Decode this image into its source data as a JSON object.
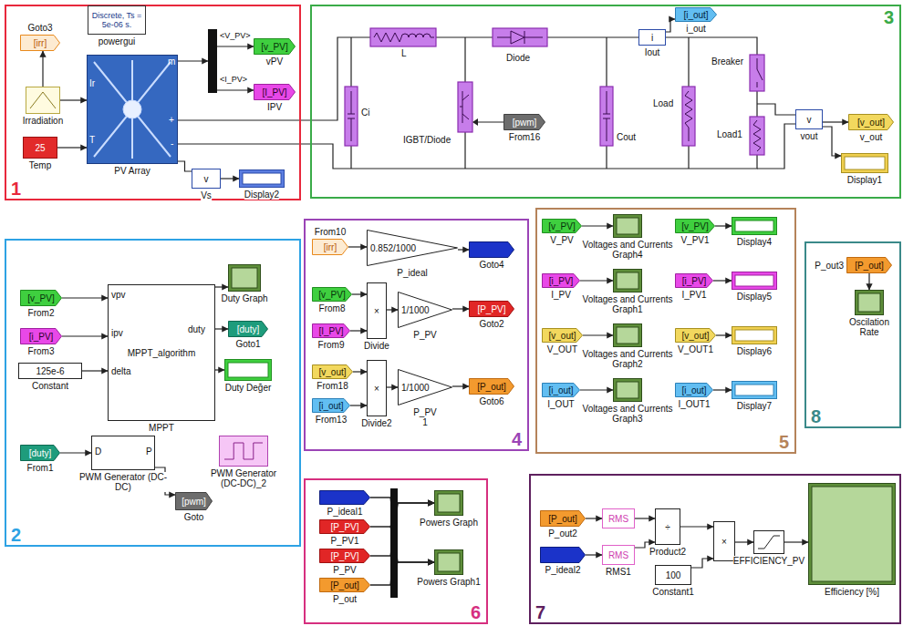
{
  "diagram": {
    "nodes": [
      {
        "text": [
          "1"
        ]
      },
      {
        "text": [
          "Goto3",
          "[irr]"
        ],
        "in": 0
      },
      {
        "text": [
          "Discrete, Ts = 5e-06 s.",
          "powergui"
        ],
        "in": 0
      },
      {
        "text": [
          "Irradiation"
        ],
        "in": 0
      },
      {
        "text": [
          "25",
          "Temp"
        ],
        "in": 0
      },
      {
        "text": [
          "PV Array"
        ],
        "in": 0
      },
      {
        "text": [
          "<V_PV>",
          "<I_PV>"
        ],
        "in": 0
      },
      {
        "text": [
          "[v_PV]",
          "vPV"
        ],
        "in": 0
      },
      {
        "text": [
          "[I_PV]",
          "IPV"
        ],
        "in": 0
      },
      {
        "text": [
          "v",
          "Vs"
        ],
        "in": 0
      },
      {
        "text": [
          "Display2"
        ],
        "in": 0
      },
      {
        "text": [
          "3"
        ]
      },
      {
        "text": [
          "[pwm]",
          "From16"
        ],
        "in": 11
      },
      {
        "text": [
          "i",
          "Iout"
        ],
        "in": 11
      },
      {
        "text": [
          "[i_out]",
          "i_out"
        ],
        "in": 11
      },
      {
        "text": [
          "v",
          "vout"
        ],
        "in": 11
      },
      {
        "text": [
          "[v_out]",
          "v_out"
        ],
        "in": 11
      },
      {
        "text": [
          "Display1"
        ],
        "in": 11
      },
      {
        "text": [
          "2"
        ]
      },
      {
        "text": [
          "[v_PV]",
          "From2"
        ],
        "in": 18
      },
      {
        "text": [
          "[i_PV]",
          "From3"
        ],
        "in": 18
      },
      {
        "text": [
          "125e-6",
          "Constant"
        ],
        "in": 18
      },
      {
        "text": [
          "MPPT_algorithm",
          "MPPT"
        ],
        "in": 18
      },
      {
        "text": [
          "Duty Graph"
        ],
        "in": 18
      },
      {
        "text": [
          "[duty]",
          "Goto1"
        ],
        "in": 18
      },
      {
        "text": [
          "Duty Değer"
        ],
        "in": 18
      },
      {
        "text": [
          "[duty]",
          "From1"
        ],
        "in": 18
      },
      {
        "text": [
          "PWM Generator (DC-DC)"
        ],
        "in": 18
      },
      {
        "text": [
          "[pwm]",
          "Goto"
        ],
        "in": 18
      },
      {
        "text": [
          "PWM Generator (DC-DC)_2"
        ],
        "in": 18
      },
      {
        "text": [
          "4"
        ]
      },
      {
        "text": [
          "From10",
          "[irr]"
        ],
        "in": 30
      },
      {
        "text": [
          "0.852/1000",
          "P_ideal"
        ],
        "in": 30
      },
      {
        "text": [
          "Goto4"
        ],
        "in": 30
      },
      {
        "text": [
          "[v_PV]",
          "From8"
        ],
        "in": 30
      },
      {
        "text": [
          "[I_PV]",
          "From9"
        ],
        "in": 30
      },
      {
        "text": [
          "×",
          "Divide"
        ],
        "in": 30
      },
      {
        "text": [
          "1/1000",
          "P_PV"
        ],
        "in": 30
      },
      {
        "text": [
          "[P_PV]",
          "Goto2"
        ],
        "in": 30
      },
      {
        "text": [
          "[v_out]",
          "From18"
        ],
        "in": 30
      },
      {
        "text": [
          "[i_out]",
          "From13"
        ],
        "in": 30
      },
      {
        "text": [
          "×",
          "Divide2"
        ],
        "in": 30
      },
      {
        "text": [
          "1/1000",
          "P_PV 1"
        ],
        "in": 30
      },
      {
        "text": [
          "[P_out]",
          "Goto6"
        ],
        "in": 30
      },
      {
        "text": [
          "5"
        ]
      },
      {
        "text": [
          "[v_PV]",
          "V_PV"
        ],
        "in": 44
      },
      {
        "text": [
          "Voltages and Currents Graph4"
        ],
        "in": 44
      },
      {
        "text": [
          "[v_PV]",
          "V_PV1"
        ],
        "in": 44
      },
      {
        "text": [
          "Display4"
        ],
        "in": 44
      },
      {
        "text": [
          "[i_PV]",
          "I_PV"
        ],
        "in": 44
      },
      {
        "text": [
          "Voltages and Currents Graph1"
        ],
        "in": 44
      },
      {
        "text": [
          "[i_PV]",
          "I_PV1"
        ],
        "in": 44
      },
      {
        "text": [
          "Display5"
        ],
        "in": 44
      },
      {
        "text": [
          "[v_out]",
          "V_OUT"
        ],
        "in": 44
      },
      {
        "text": [
          "Voltages and Currents Graph2"
        ],
        "in": 44
      },
      {
        "text": [
          "[v_out]",
          "V_OUT1"
        ],
        "in": 44
      },
      {
        "text": [
          "Display6"
        ],
        "in": 44
      },
      {
        "text": [
          "[i_out]",
          "I_OUT"
        ],
        "in": 44
      },
      {
        "text": [
          "Voltages and Currents Graph3"
        ],
        "in": 44
      },
      {
        "text": [
          "[i_out]",
          "I_OUT1"
        ],
        "in": 44
      },
      {
        "text": [
          "Display7"
        ],
        "in": 44
      },
      {
        "text": [
          "8"
        ]
      },
      {
        "text": [
          "P_out3",
          "[P_out]"
        ],
        "in": 61
      },
      {
        "text": [
          "Oscilation Rate"
        ],
        "in": 61
      },
      {
        "text": [
          "6"
        ]
      },
      {
        "text": [
          "P_ideal1"
        ],
        "in": 64
      },
      {
        "text": [
          "[P_PV]",
          "P_PV1"
        ],
        "in": 64
      },
      {
        "text": [
          "[P_PV]",
          "P_PV"
        ],
        "in": 64
      },
      {
        "text": [
          "[P_out]",
          "P_out"
        ],
        "in": 64
      },
      {
        "text": [
          "Powers Graph"
        ],
        "in": 64
      },
      {
        "text": [
          "Powers Graph1"
        ],
        "in": 64
      },
      {
        "text": [
          "7"
        ]
      },
      {
        "text": [
          "[P_out]",
          "P_out2"
        ],
        "in": 71
      },
      {
        "text": [
          "P_ideal2"
        ],
        "in": 71
      },
      {
        "text": [
          "RMS"
        ],
        "in": 71
      },
      {
        "text": [
          "RMS",
          "RMS1"
        ],
        "in": 71
      },
      {
        "text": [
          "÷",
          "Product2"
        ],
        "in": 71
      },
      {
        "text": [
          "100",
          "Constant1"
        ],
        "in": 71
      },
      {
        "text": [
          "×"
        ],
        "in": 71
      },
      {
        "text": [
          "EFFICIENCY_PV"
        ],
        "in": 71
      },
      {
        "text": [
          "Efficiency [%]"
        ],
        "in": 71
      }
    ],
    "edges": [
      {
        "from": 3,
        "to": 1,
        "arrow": "to"
      },
      {
        "from": 3,
        "to": 5,
        "arrow": "to"
      },
      {
        "from": 4,
        "to": 5,
        "arrow": "to"
      },
      {
        "from": 5,
        "to": 6,
        "arrow": "to"
      },
      {
        "from": 6,
        "to": 7,
        "arrow": "to"
      },
      {
        "from": 6,
        "to": 8,
        "arrow": "to"
      },
      {
        "from": 5,
        "to": 9,
        "arrow": "none"
      },
      {
        "from": 9,
        "to": 10,
        "arrow": "to"
      },
      {
        "from": 13,
        "to": 14,
        "arrow": "to"
      },
      {
        "from": 15,
        "to": 16,
        "arrow": "to"
      },
      {
        "from": 15,
        "to": 17,
        "arrow": "to"
      },
      {
        "from": 19,
        "to": 22,
        "arrow": "to"
      },
      {
        "from": 20,
        "to": 22,
        "arrow": "to"
      },
      {
        "from": 21,
        "to": 22,
        "arrow": "to"
      },
      {
        "from": 22,
        "to": 23,
        "arrow": "to"
      },
      {
        "from": 22,
        "to": 24,
        "arrow": "to"
      },
      {
        "from": 22,
        "to": 25,
        "arrow": "to"
      },
      {
        "from": 26,
        "to": 27,
        "arrow": "to"
      },
      {
        "from": 27,
        "to": 28,
        "arrow": "to"
      },
      {
        "from": 31,
        "to": 32,
        "arrow": "to"
      },
      {
        "from": 32,
        "to": 33,
        "arrow": "to"
      },
      {
        "from": 34,
        "to": 36,
        "arrow": "to"
      },
      {
        "from": 35,
        "to": 36,
        "arrow": "to"
      },
      {
        "from": 36,
        "to": 37,
        "arrow": "to"
      },
      {
        "from": 37,
        "to": 38,
        "arrow": "to"
      },
      {
        "from": 39,
        "to": 41,
        "arrow": "to"
      },
      {
        "from": 40,
        "to": 41,
        "arrow": "to"
      },
      {
        "from": 41,
        "to": 42,
        "arrow": "to"
      },
      {
        "from": 42,
        "to": 43,
        "arrow": "to"
      },
      {
        "from": 45,
        "to": 46,
        "arrow": "to"
      },
      {
        "from": 47,
        "to": 48,
        "arrow": "to"
      },
      {
        "from": 49,
        "to": 50,
        "arrow": "to"
      },
      {
        "from": 51,
        "to": 52,
        "arrow": "to"
      },
      {
        "from": 53,
        "to": 54,
        "arrow": "to"
      },
      {
        "from": 55,
        "to": 56,
        "arrow": "to"
      },
      {
        "from": 57,
        "to": 58,
        "arrow": "to"
      },
      {
        "from": 59,
        "to": 60,
        "arrow": "to"
      },
      {
        "from": 62,
        "to": 63,
        "arrow": "to"
      },
      {
        "from": 65,
        "to": 69,
        "arrow": "to"
      },
      {
        "from": 65,
        "to": 70,
        "arrow": "to"
      },
      {
        "from": 66,
        "to": 69,
        "arrow": "to"
      },
      {
        "from": 66,
        "to": 70,
        "arrow": "to"
      },
      {
        "from": 67,
        "to": 69,
        "arrow": "to"
      },
      {
        "from": 67,
        "to": 70,
        "arrow": "to"
      },
      {
        "from": 68,
        "to": 69,
        "arrow": "to"
      },
      {
        "from": 68,
        "to": 70,
        "arrow": "to"
      },
      {
        "from": 72,
        "to": 74,
        "arrow": "to"
      },
      {
        "from": 73,
        "to": 75,
        "arrow": "to"
      },
      {
        "from": 74,
        "to": 76,
        "arrow": "to"
      },
      {
        "from": 75,
        "to": 76,
        "arrow": "to"
      },
      {
        "from": 76,
        "to": 78,
        "arrow": "to"
      },
      {
        "from": 77,
        "to": 78,
        "arrow": "to"
      },
      {
        "from": 78,
        "to": 79,
        "arrow": "to"
      },
      {
        "from": 79,
        "to": 80,
        "arrow": "to"
      }
    ],
    "labels": [
      "Ir",
      "T",
      "m",
      "+",
      "-",
      "Ci",
      "L",
      "Diode",
      "IGBT/Diode",
      "Cout",
      "Load",
      "Breaker",
      "Load1",
      "vpv",
      "ipv",
      "delta",
      "duty",
      "D",
      "P"
    ]
  }
}
